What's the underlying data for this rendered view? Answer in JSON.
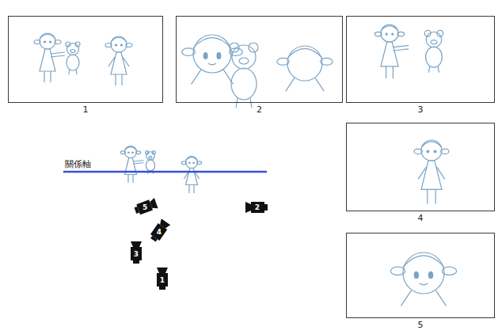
{
  "diagram": {
    "nodes": [
      {
        "text": [
          "1"
        ]
      },
      {
        "text": [
          "2"
        ]
      },
      {
        "text": [
          "3"
        ]
      },
      {
        "text": [
          "4"
        ]
      },
      {
        "text": [
          "5"
        ]
      }
    ],
    "labels": [
      "關係軸",
      "5",
      "2",
      "4",
      "3",
      "1"
    ]
  }
}
